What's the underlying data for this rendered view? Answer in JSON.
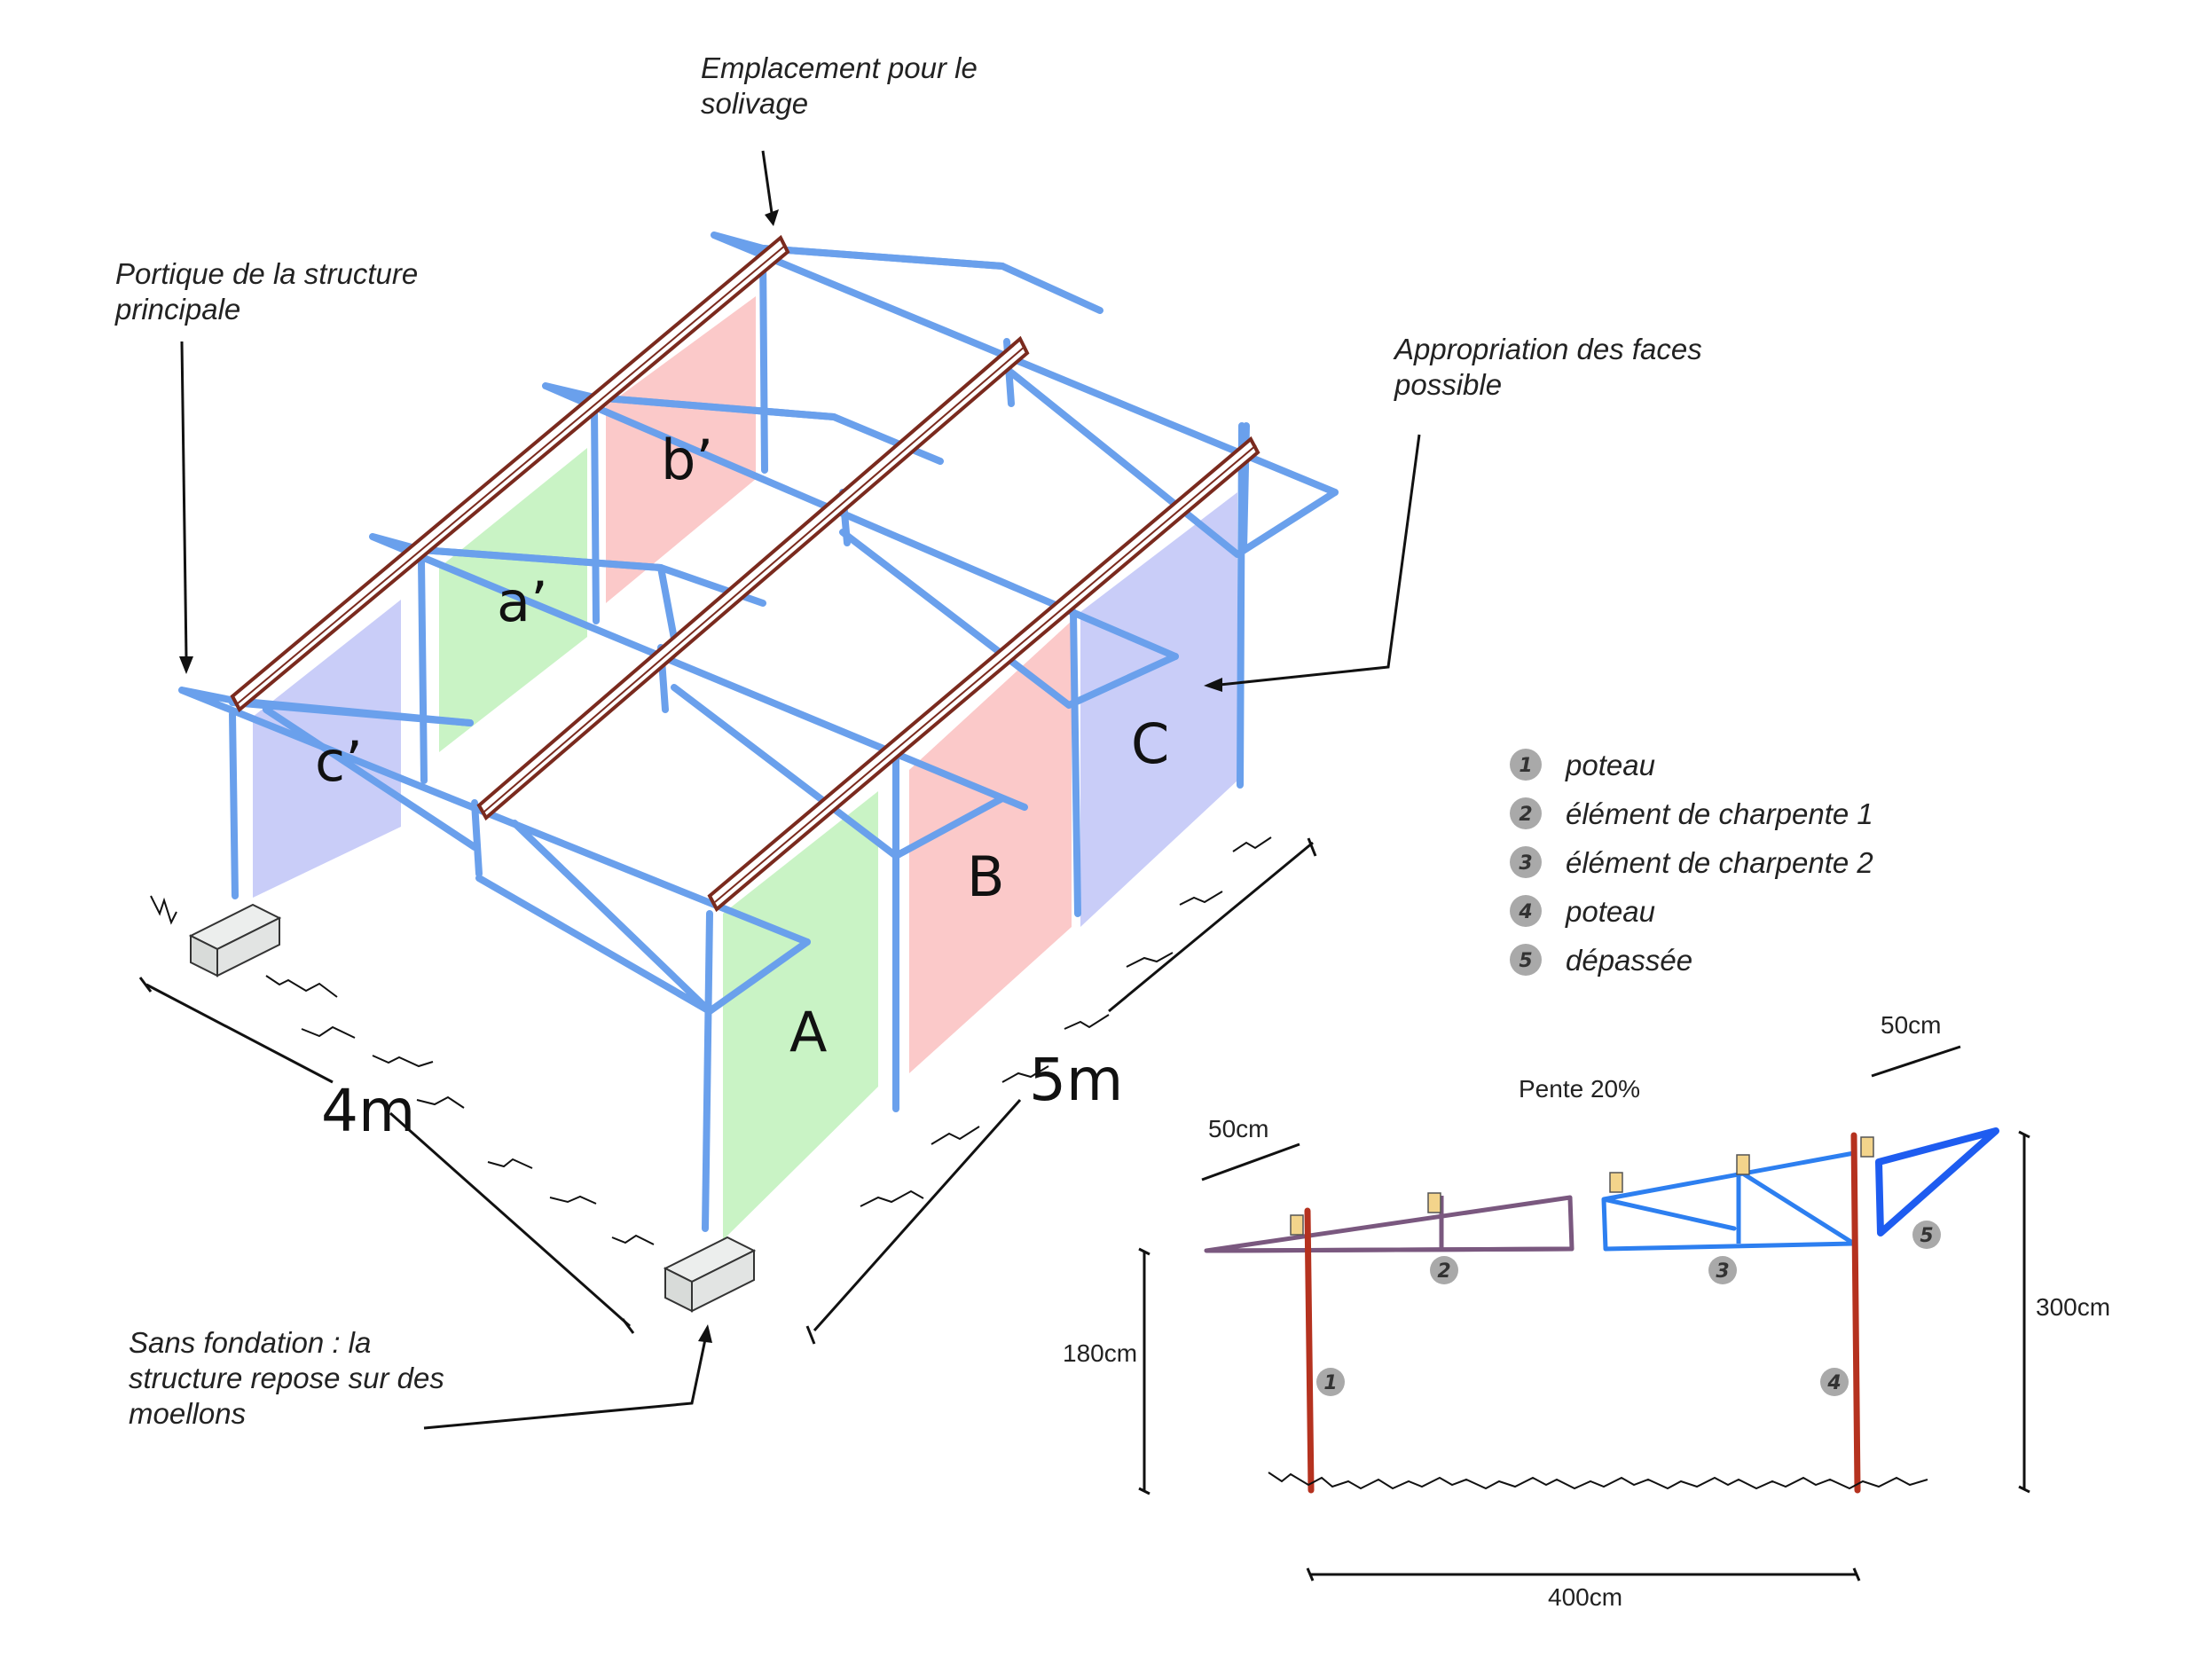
{
  "colors": {
    "structure": "#6aa0ec",
    "beam": "#7a2a1e",
    "post_elevation": "#b5321f",
    "frame_element_1": "#7a587f",
    "frame_element_2": "#2d7ff0",
    "overhang": "#1e5cf0",
    "face_green": "#c9f3c5",
    "face_red": "#fbc9c9",
    "face_blue": "#c9cdf8",
    "block": "#e2e4e3",
    "badge": "#a9a9a9"
  },
  "annotations": {
    "joist": [
      "Emplacement pour le",
      "solivage"
    ],
    "portal": [
      "Portique de la structure",
      "principale"
    ],
    "faces": [
      "Appropriation des faces",
      "possible"
    ],
    "foundation": [
      "Sans fondation : la",
      "structure repose sur des",
      "moellons"
    ]
  },
  "faces": {
    "a_upper": "a’",
    "b_upper": "b’",
    "c_upper": "c’",
    "A": "A",
    "B": "B",
    "C": "C"
  },
  "dimensions": {
    "depth": "4m",
    "length": "5m",
    "overhang_top": "50cm",
    "overhang_left": "50cm",
    "slope": "Pente 20%",
    "height_low": "180cm",
    "height_total": "300cm",
    "width": "400cm"
  },
  "legend": [
    {
      "num": "1",
      "label": "poteau"
    },
    {
      "num": "2",
      "label": "élément de charpente 1"
    },
    {
      "num": "3",
      "label": "élément de charpente 2"
    },
    {
      "num": "4",
      "label": "poteau"
    },
    {
      "num": "5",
      "label": "dépassée"
    }
  ],
  "elevation_badges": [
    "1",
    "2",
    "3",
    "4",
    "5"
  ]
}
